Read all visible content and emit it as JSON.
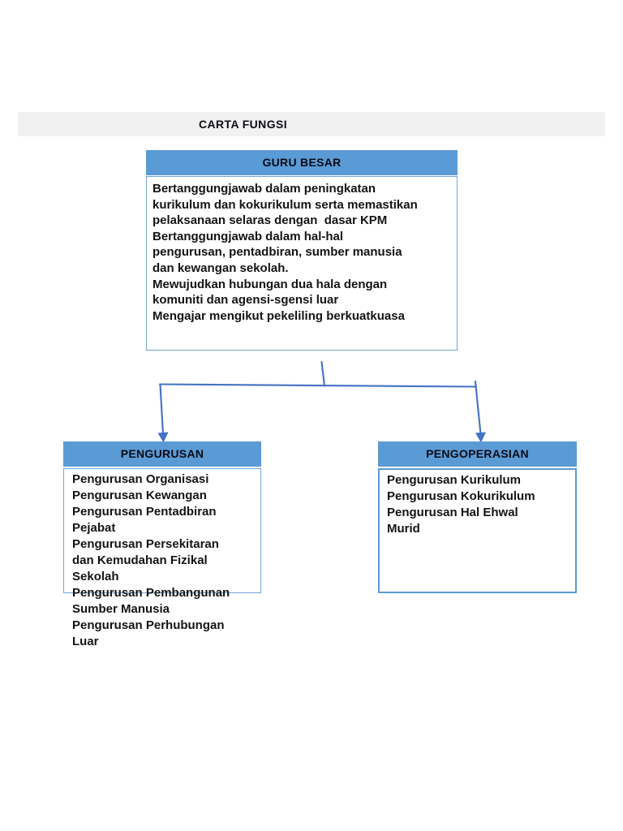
{
  "page": {
    "title": "CARTA FUNGSI"
  },
  "colors": {
    "node_header_fill": "#5B9BD5",
    "node_border": "#73A3D6",
    "connector": "#4472C4",
    "title_bar_bg": "#F1F1F1",
    "text": "#111111"
  },
  "chart": {
    "root": {
      "title": "GURU BESAR",
      "lines": [
        "Bertanggungjawab dalam peningkatan",
        "kurikulum dan kokurikulum serta memastikan",
        "pelaksanaan selaras dengan  dasar KPM",
        "Bertanggungjawab dalam hal-hal",
        "pengurusan, pentadbiran, sumber manusia",
        "dan kewangan sekolah.",
        "Mewujudkan hubungan dua hala dengan",
        "komuniti dan agensi-sgensi luar",
        "Mengajar mengikut pekeliling berkuatkuasa"
      ]
    },
    "children": [
      {
        "title": "PENGURUSAN",
        "lines": [
          "Pengurusan Organisasi",
          "Pengurusan Kewangan",
          "Pengurusan Pentadbiran",
          "Pejabat",
          "Pengurusan Persekitaran",
          "dan Kemudahan Fizikal",
          "Sekolah",
          "Pengurusan Pembangunan",
          "Sumber Manusia",
          "Pengurusan Perhubungan",
          "Luar"
        ]
      },
      {
        "title": "PENGOPERASIAN",
        "lines": [
          "Pengurusan Kurikulum",
          "Pengurusan Kokurikulum",
          "Pengurusan Hal Ehwal",
          "Murid"
        ]
      }
    ]
  }
}
